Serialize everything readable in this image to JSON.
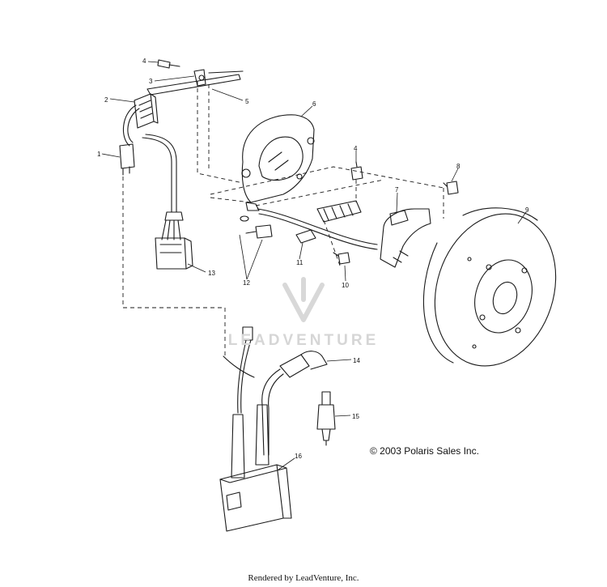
{
  "diagram": {
    "callouts": [
      "1",
      "2",
      "3",
      "4",
      "5",
      "6",
      "4",
      "7",
      "8",
      "9",
      "10",
      "11",
      "12",
      "13",
      "14",
      "15",
      "16"
    ],
    "copyright": "© 2003 Polaris Sales Inc.",
    "watermark_text": "LEADVENTURE",
    "footer": "Rendered by LeadVenture, Inc."
  }
}
